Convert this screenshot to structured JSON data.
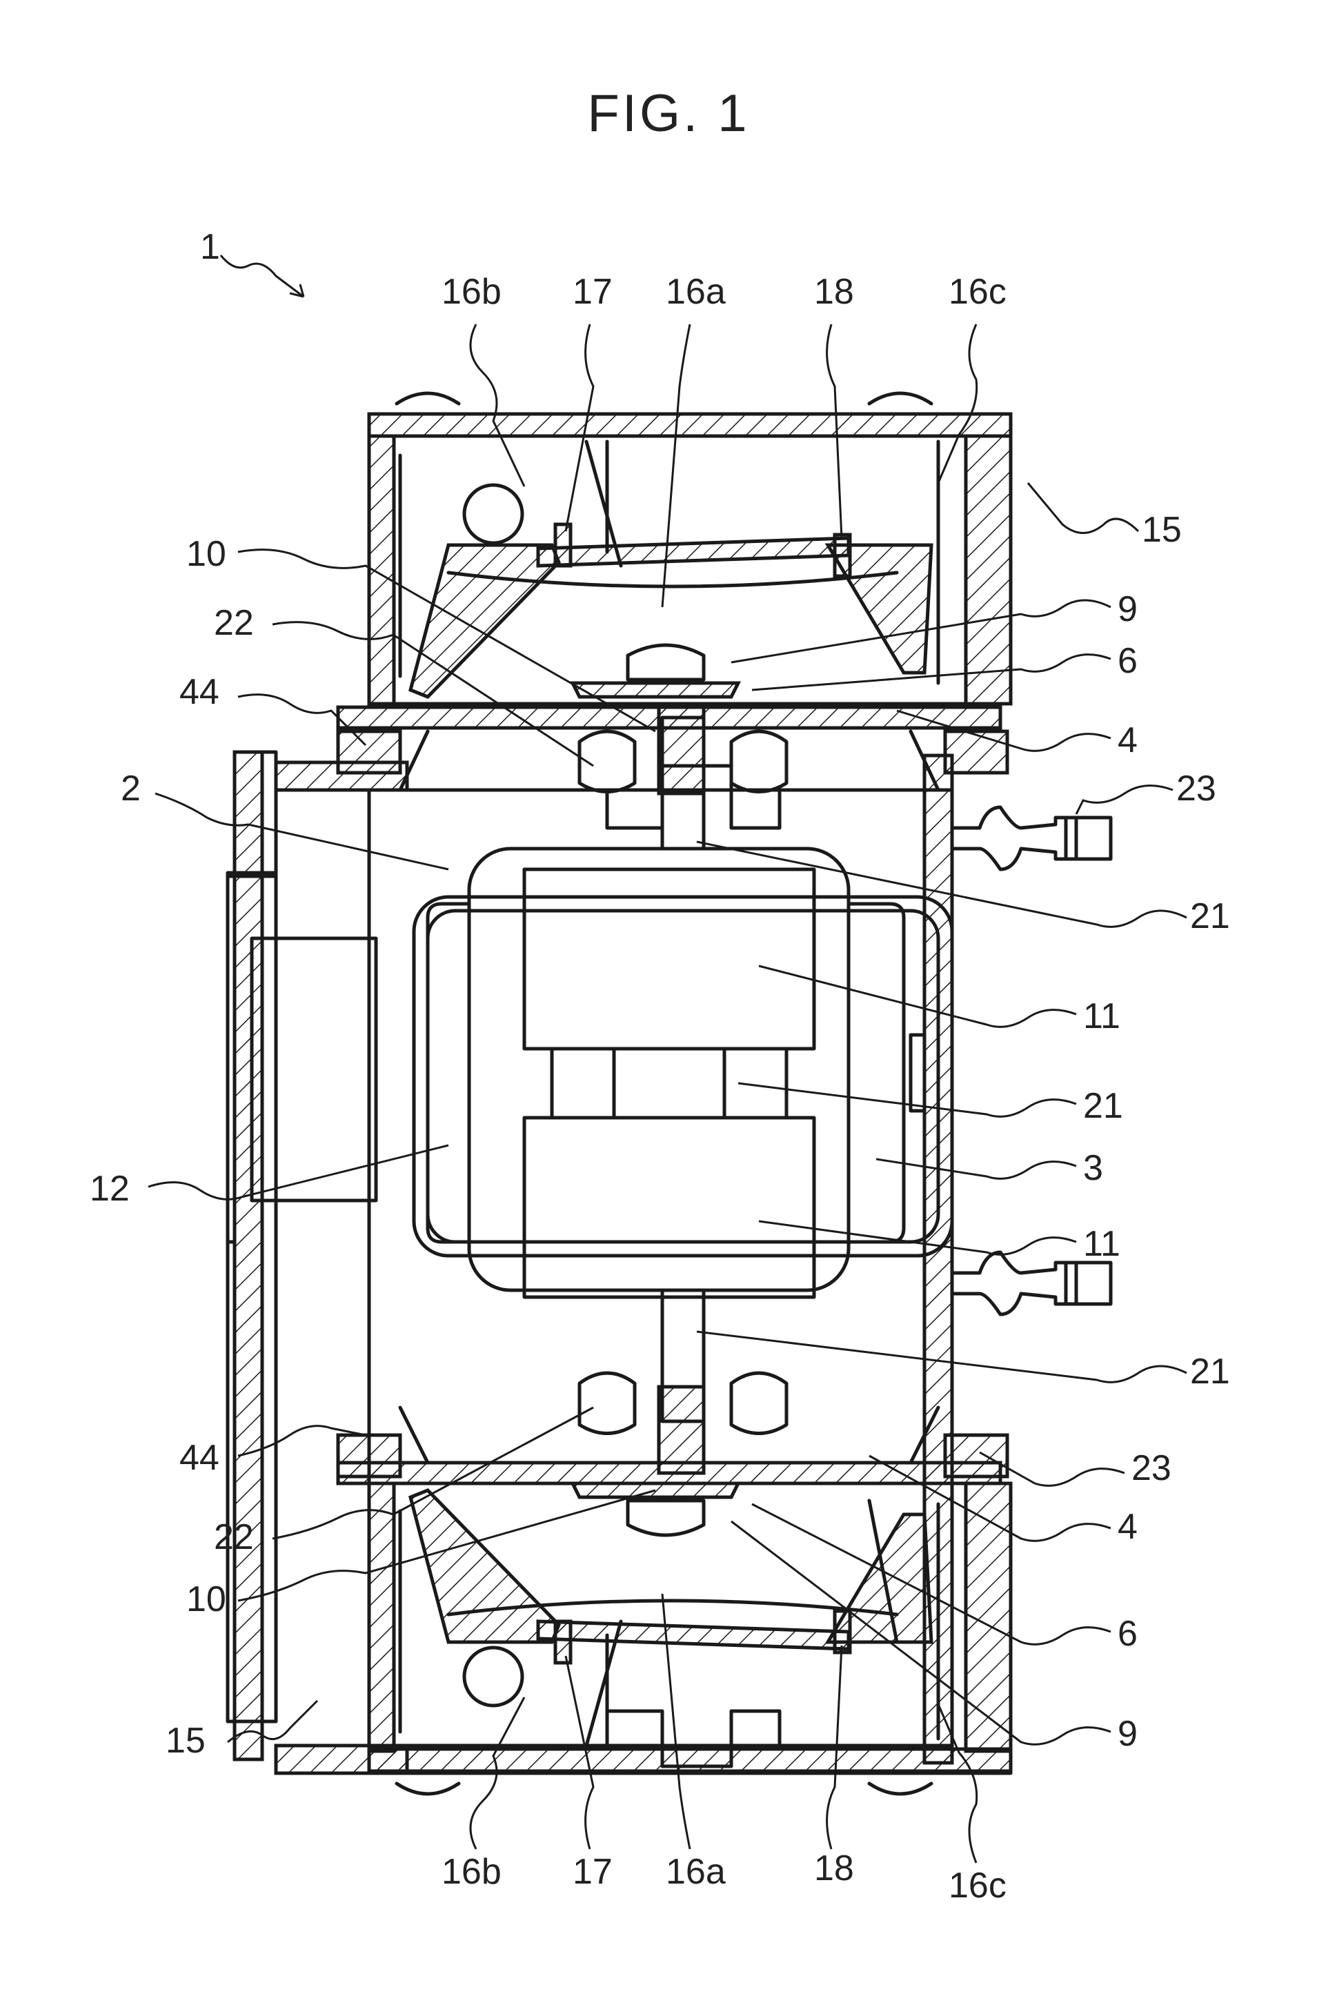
{
  "figure": {
    "title": "FIG. 1",
    "labels": {
      "l1": "1",
      "l2": "2",
      "l3": "3",
      "l4": "4",
      "l6": "6",
      "l9": "9",
      "l10": "10",
      "l11": "11",
      "l12": "12",
      "l15": "15",
      "l16a": "16a",
      "l16b": "16b",
      "l16c": "16c",
      "l17": "17",
      "l18": "18",
      "l21": "21",
      "l22": "22",
      "l23": "23",
      "l44": "44"
    }
  }
}
